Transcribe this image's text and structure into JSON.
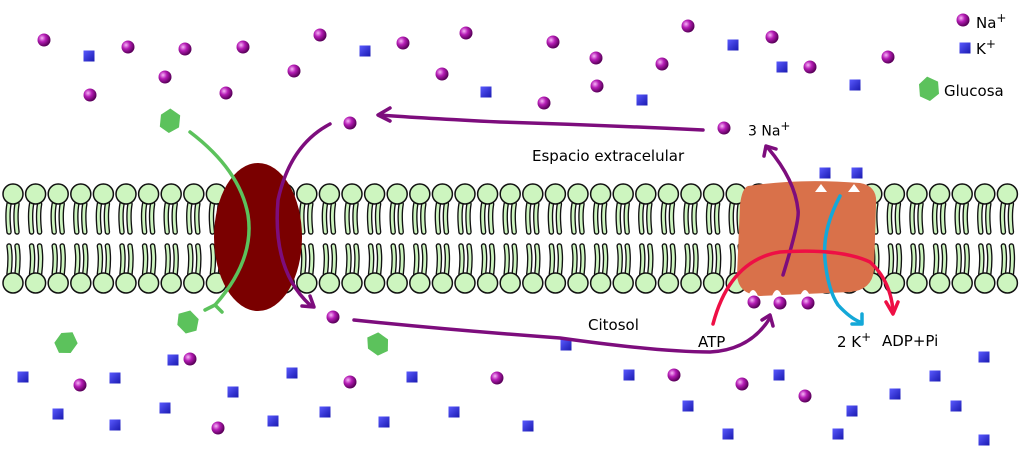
{
  "labels": {
    "extracellular": "Espacio extracelular",
    "cytosol": "Citosol",
    "na_out": "3 Na",
    "k_in": "2 K",
    "plus": "+",
    "atp": "ATP",
    "adp": "ADP+Pi"
  },
  "legend": {
    "na": "Na",
    "k": "K",
    "plus": "+",
    "glucose": "Glucosa"
  },
  "colors": {
    "sodium": "#9b0f9b",
    "potassium": "#2a2ae0",
    "glucose": "#5cc25c",
    "lipid": "#cdf5bf",
    "channel": "#7a0000",
    "pump": "#d9714a",
    "arrow_na": "#7d0d7d",
    "arrow_k": "#14a8d8",
    "arrow_atp": "#ee0f45",
    "arrow_glucose": "#5cc25c"
  }
}
